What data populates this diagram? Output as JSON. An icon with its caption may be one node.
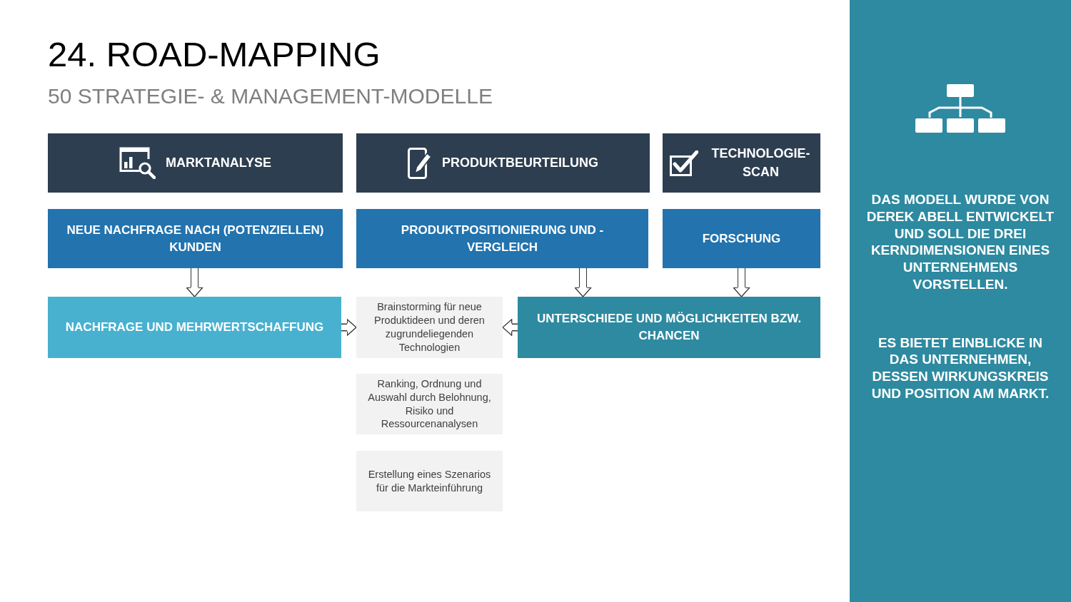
{
  "diagram": {
    "title": "24. ROAD-MAPPING",
    "nodes": [
      {
        "text": [
          "MARKTANALYSE"
        ]
      },
      {
        "text": [
          "PRODUKTBEURTEILUNG"
        ]
      },
      {
        "text": [
          "TECHNOLOGIE-SCAN"
        ]
      },
      {
        "text": [
          "NEUE NACHFRAGE NACH (POTENZIELLEN) KUNDEN"
        ]
      },
      {
        "text": [
          "PRODUKTPOSITIONIERUNG UND - VERGLEICH"
        ]
      },
      {
        "text": [
          "FORSCHUNG"
        ]
      },
      {
        "text": [
          "NACHFRAGE UND MEHRWERTSCHAFFUNG"
        ]
      },
      {
        "text": [
          "Brainstorming für neue Produktideen und deren zugrundeliegenden Technologien"
        ]
      },
      {
        "text": [
          "UNTERSCHIEDE UND MÖGLICHKEITEN BZW. CHANCEN"
        ]
      },
      {
        "text": [
          "Ranking, Ordnung und Auswahl durch Belohnung, Risiko und Ressourcenanalysen"
        ]
      },
      {
        "text": [
          "Erstellung eines Szenarios für die Markteinführung"
        ]
      },
      {
        "text": [
          "DAS MODELL WURDE VON DEREK ABELL ENTWICKELT UND SOLL DIE DREI KERNDIMENSIONEN EINES UNTERNEHMENS VORSTELLEN.",
          "ES BIETET EINBLICKE IN DAS UNTERNEHMEN, DESSEN WIRKUNGSKREIS UND POSITION AM MARKT."
        ]
      }
    ],
    "edges": [
      {
        "from": 3,
        "to": 6,
        "arrow": "to"
      },
      {
        "from": 6,
        "to": 7,
        "arrow": "to"
      },
      {
        "from": 4,
        "to": 8,
        "arrow": "to"
      },
      {
        "from": 5,
        "to": 8,
        "arrow": "to"
      },
      {
        "from": 8,
        "to": 7,
        "arrow": "to"
      }
    ],
    "labels": [
      "50 STRATEGIE- & MANAGEMENT-MODELLE"
    ]
  }
}
